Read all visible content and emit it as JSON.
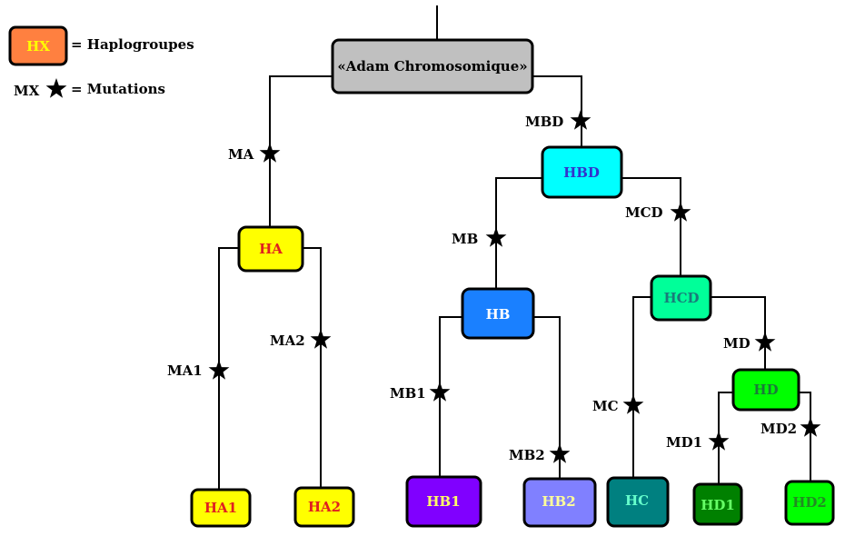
{
  "legend": {
    "haplogroup_swatch": "HX",
    "haplogroup_label": "= Haplogroupes",
    "mutation_prefix": "MX",
    "mutation_label": "= Mutations",
    "swatch_color": "#ff8040"
  },
  "nodes": {
    "adam": {
      "label": "«Adam Chromosomique»",
      "fill": "#c0c0c0",
      "text": "#000000"
    },
    "HBD": {
      "label": "HBD",
      "fill": "#00ffff",
      "text": "#3333cc"
    },
    "HA": {
      "label": "HA",
      "fill": "#ffff00",
      "text": "#e02020"
    },
    "HB": {
      "label": "HB",
      "fill": "#1a80ff",
      "text": "#ffffff"
    },
    "HCD": {
      "label": "HCD",
      "fill": "#00ff99",
      "text": "#1a7a7a"
    },
    "HD": {
      "label": "HD",
      "fill": "#00ff00",
      "text": "#1a7a3a"
    },
    "HA1": {
      "label": "HA1",
      "fill": "#ffff00",
      "text": "#e02020"
    },
    "HA2": {
      "label": "HA2",
      "fill": "#ffff00",
      "text": "#e02020"
    },
    "HB1": {
      "label": "HB1",
      "fill": "#8000ff",
      "text": "#ffff66"
    },
    "HB2": {
      "label": "HB2",
      "fill": "#8080ff",
      "text": "#ffff99"
    },
    "HC": {
      "label": "HC",
      "fill": "#008080",
      "text": "#66ffcc"
    },
    "HD1": {
      "label": "HD1",
      "fill": "#008000",
      "text": "#66ff66"
    },
    "HD2": {
      "label": "HD2",
      "fill": "#00ff00",
      "text": "#228b22"
    }
  },
  "mutations": {
    "MA": "MA",
    "MBD": "MBD",
    "MB": "MB",
    "MCD": "MCD",
    "MA1": "MA1",
    "MA2": "MA2",
    "MB1": "MB1",
    "MB2": "MB2",
    "MC": "MC",
    "MD": "MD",
    "MD1": "MD1",
    "MD2": "MD2"
  }
}
